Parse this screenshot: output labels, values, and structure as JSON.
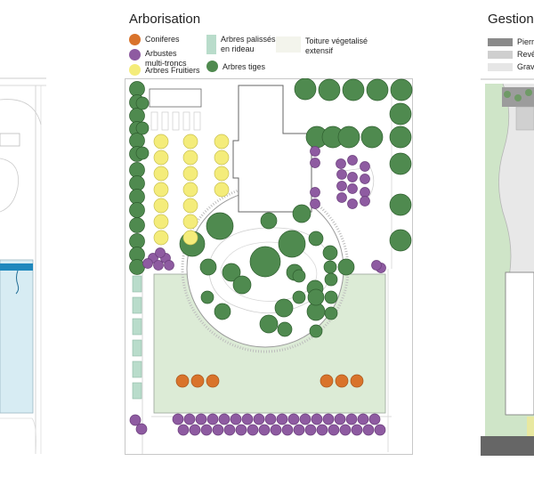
{
  "center": {
    "title": "Arborisation",
    "legend": [
      {
        "label": "Coniferes",
        "color": "#d9732b",
        "shape": "circle"
      },
      {
        "label": "Arbustes\nmulti-troncs",
        "color": "#8e5ba1",
        "shape": "circle"
      },
      {
        "label": "Arbres Fruitiers",
        "color": "#f4ec7a",
        "shape": "circle"
      },
      {
        "label": "Arbres palissés\nen rideau",
        "color": "#b9dccb",
        "shape": "rect"
      },
      {
        "label": "Arbres tiges",
        "color": "#4f8a4f",
        "shape": "circle"
      },
      {
        "label": "Toiture végetalisé\nextensif",
        "color": "#f3f4ec",
        "shape": "rect"
      }
    ]
  },
  "right": {
    "title": "Gestion",
    "legend": [
      {
        "label": "Pierre",
        "color": "#8a8a8a"
      },
      {
        "label": "Revê",
        "color": "#cfcfcf"
      },
      {
        "label": "Gravi",
        "color": "#e6e6e6"
      }
    ]
  },
  "colors": {
    "tree_green": "#4f8a4f",
    "tree_green_stroke": "#2f5e2f",
    "fruit_yellow": "#f4ec7a",
    "shrub_purple": "#8e5ba1",
    "conifer_orange": "#d9732b",
    "lawn": "#dcebd6",
    "palisade": "#b9dccb",
    "water": "#d7ecf3",
    "water_dark": "#1f88bd"
  }
}
